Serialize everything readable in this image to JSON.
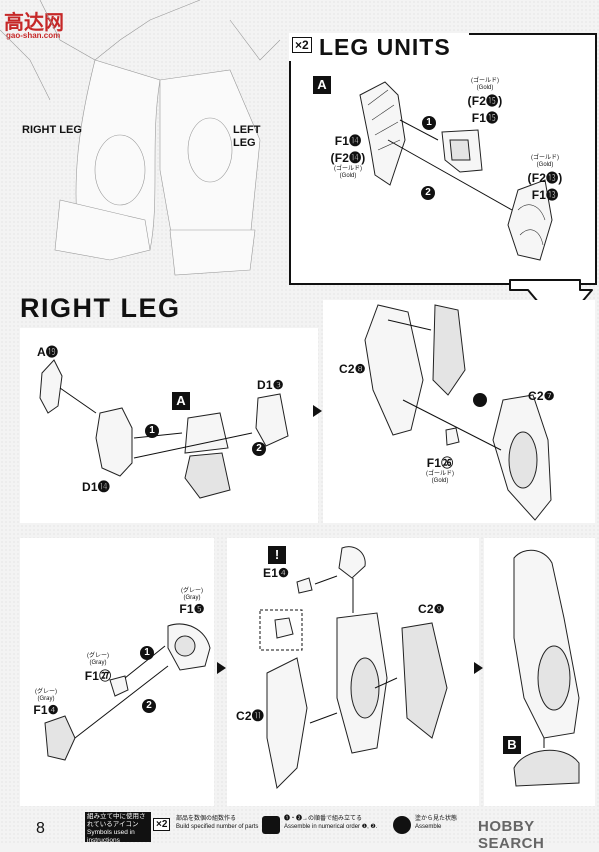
{
  "watermark": {
    "title": "高达网",
    "url": "gao-shan.com"
  },
  "overview": {
    "right_leg": "RIGHT LEG",
    "left_leg": "LEFT LEG"
  },
  "leg_units": {
    "multiplier": "×2",
    "title": "LEG UNITS",
    "key": "A",
    "part_f2_15": {
      "jp": "(ゴールド)",
      "en": "(Gold)",
      "f2": "(F2⓯)",
      "f1": "F1⓯"
    },
    "part_f1_14": {
      "f1": "F1⓮",
      "f2": "(F2⓮)",
      "jp": "(ゴールド)",
      "en": "(Gold)"
    },
    "part_f2_13": {
      "jp": "(ゴールド)",
      "en": "(Gold)",
      "f2": "(F2⓭)",
      "f1": "F1⓭"
    },
    "steps": [
      "1",
      "2"
    ]
  },
  "right_leg": {
    "title": "RIGHT LEG",
    "panel1": {
      "a19": "A⓳",
      "d13": "D1❸",
      "d14": "D1⓮",
      "key": "A",
      "steps": [
        "1",
        "2"
      ]
    },
    "panel2": {
      "c28": "C2❽",
      "c27": "C2❼",
      "f126": "F1㉖",
      "f126_jp": "(ゴールド)",
      "f126_en": "(Gold)"
    },
    "panel3": {
      "f15_jp": "(グレー)",
      "f15_en": "(Gray)",
      "f15": "F1❺",
      "f127_jp": "(グレー)",
      "f127_en": "(Gray)",
      "f127": "F1㉗",
      "f14_jp": "(グレー)",
      "f14_en": "(Gray)",
      "f14": "F1❹",
      "steps": [
        "1",
        "2"
      ]
    },
    "panel4": {
      "warning": "!",
      "e14": "E1❹",
      "c29": "C2❾",
      "c211": "C2⓫"
    },
    "panel5": {
      "key": "B"
    }
  },
  "footer": {
    "page_number": "8",
    "legend_title_jp": "組み立て中に使用されているアイコン",
    "legend_title_en": "Symbols used in instructions",
    "icon1_symbol": "×2",
    "icon1_jp": "部品を数個の組数作る",
    "icon1_en": "Build specified number of parts",
    "icon2_jp": "❶・❷→の順番で組み立てる",
    "icon2_en": "Assemble in numerical order ❶, ❷.",
    "icon3_jp": "塗から見た状態",
    "icon3_en": "Assemble",
    "hobby_search": "HOBBY SEARCH"
  }
}
